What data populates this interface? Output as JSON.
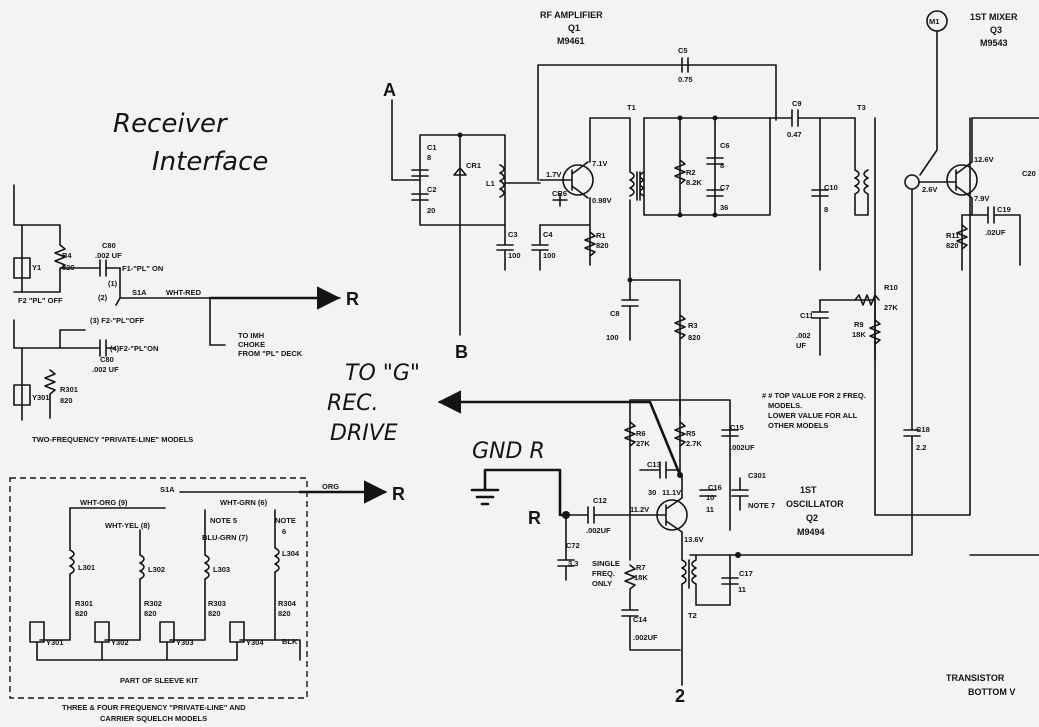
{
  "title_handwritten": [
    "Receiver",
    "Interface"
  ],
  "annotations": {
    "to_g": "TO \"G\"",
    "rec": "REC.",
    "drive": "DRIVE",
    "gnd_r": "GND R"
  },
  "nodes": {
    "A": "A",
    "B": "B",
    "R1": "R",
    "R2": "R",
    "R3": "R",
    "two": "2",
    "M1": "M1"
  },
  "stages": {
    "rf_amp": [
      "RF AMPLIFIER",
      "Q1",
      "M9461"
    ],
    "mixer": [
      "1ST MIXER",
      "Q3",
      "M9543"
    ],
    "osc": [
      "1ST",
      "OSCILLATOR",
      "Q2",
      "M9494"
    ],
    "transistor": [
      "TRANSISTOR",
      "BOTTOM V"
    ]
  },
  "components": {
    "C5": [
      "C5",
      "0.75"
    ],
    "C9": [
      "C9",
      "0.47"
    ],
    "T1": [
      "T1"
    ],
    "T3": [
      "T3"
    ],
    "C1": [
      "C1",
      "8"
    ],
    "C2": [
      "C2",
      "20"
    ],
    "CR1": [
      "CR1"
    ],
    "L1": [
      "L1"
    ],
    "C3": [
      "C3",
      "100"
    ],
    "C4": [
      "C4",
      "100"
    ],
    "CR6": [
      "CR6"
    ],
    "R1": [
      "R1",
      "820"
    ],
    "R2": [
      "R2",
      "8.2K"
    ],
    "C6": [
      "C6",
      "8"
    ],
    "C7": [
      "C7",
      "36"
    ],
    "C10": [
      "C10",
      "8"
    ],
    "C8": [
      "C8",
      "100"
    ],
    "R3": [
      "R3",
      "820"
    ],
    "R10": [
      "R10",
      "27K"
    ],
    "R9": [
      "R9",
      "18K"
    ],
    "C11": [
      "C11",
      ".002",
      "UF"
    ],
    "R11": [
      "R11",
      "820"
    ],
    "C19": [
      "C19",
      ".02UF"
    ],
    "C20": [
      "C20"
    ],
    "R6": [
      "R6",
      "27K"
    ],
    "R5": [
      "R5",
      "2.7K"
    ],
    "C15": [
      "C15",
      ".002UF"
    ],
    "C13": [
      "C13",
      "30"
    ],
    "C16": [
      "C16",
      "10",
      "11"
    ],
    "C301": [
      "C301",
      "NOTE 7"
    ],
    "C12": [
      "C12",
      ".002UF"
    ],
    "C18": [
      "C18",
      "2.2"
    ],
    "C72": [
      "C72",
      "3.3"
    ],
    "R7": [
      "R7",
      "18K"
    ],
    "C17": [
      "C17",
      "11"
    ],
    "C14": [
      "C14",
      ".002UF"
    ],
    "T2": [
      "T2"
    ]
  },
  "voltages": {
    "v17": "1.7V",
    "v71": "7.1V",
    "v098": "0.98V",
    "v126": "12.6V",
    "v26": "2.6V",
    "v79": "7.9V",
    "v112": "11.2V",
    "v111": "11.1V",
    "v136": "13.6V"
  },
  "notes": {
    "single_freq": [
      "SINGLE",
      "FREQ.",
      "ONLY"
    ],
    "top_value": [
      "# # TOP VALUE FOR 2 FREQ.",
      "MODELS.",
      "LOWER VALUE FOR ALL",
      "OTHER MODELS"
    ]
  },
  "two_freq": {
    "Y1": "Y1",
    "R4": [
      "R4",
      "820"
    ],
    "C80a": [
      "C80",
      ".002 UF"
    ],
    "F1": "F1-\"PL\" ON",
    "n1": "(1)",
    "n2": "(2)",
    "F2off": "F2 \"PL\" OFF",
    "S1A": "S1A",
    "wht_red": "WHT-RED",
    "choke": [
      "TO IMH",
      "CHOKE",
      "FROM \"PL\" DECK"
    ],
    "F2off3": "(3) F2-\"PL\"OFF",
    "F2on4": "(4)F2-\"PL\"ON",
    "C80b": [
      "C80",
      ".002 UF"
    ],
    "Y301": "Y301",
    "R301": [
      "R301",
      "820"
    ],
    "caption": "TWO-FREQUENCY \"PRIVATE-LINE\" MODELS"
  },
  "kit": {
    "wht_org": "WHT-ORG (9)",
    "S1A": "S1A",
    "wht_grn": "WHT-GRN (6)",
    "org": "ORG",
    "wht_yel": "WHT-YEL (8)",
    "note5": "NOTE 5",
    "blu_grn": "BLU-GRN (7)",
    "note6": [
      "NOTE",
      "6"
    ],
    "L301": "L301",
    "L302": "L302",
    "L303": "L303",
    "L304": "L304",
    "R301": [
      "R301",
      "820"
    ],
    "R302": [
      "R302",
      "820"
    ],
    "R303": [
      "R303",
      "820"
    ],
    "R304": [
      "R304",
      "820"
    ],
    "Y301": "Y301",
    "Y302": "Y302",
    "Y303": "Y303",
    "Y304": "Y304",
    "blk": "BLK",
    "sleeve": "PART OF SLEEVE KIT",
    "caption": [
      "THREE & FOUR FREQUENCY \"PRIVATE-LINE\" AND",
      "CARRIER SQUELCH MODELS"
    ]
  }
}
